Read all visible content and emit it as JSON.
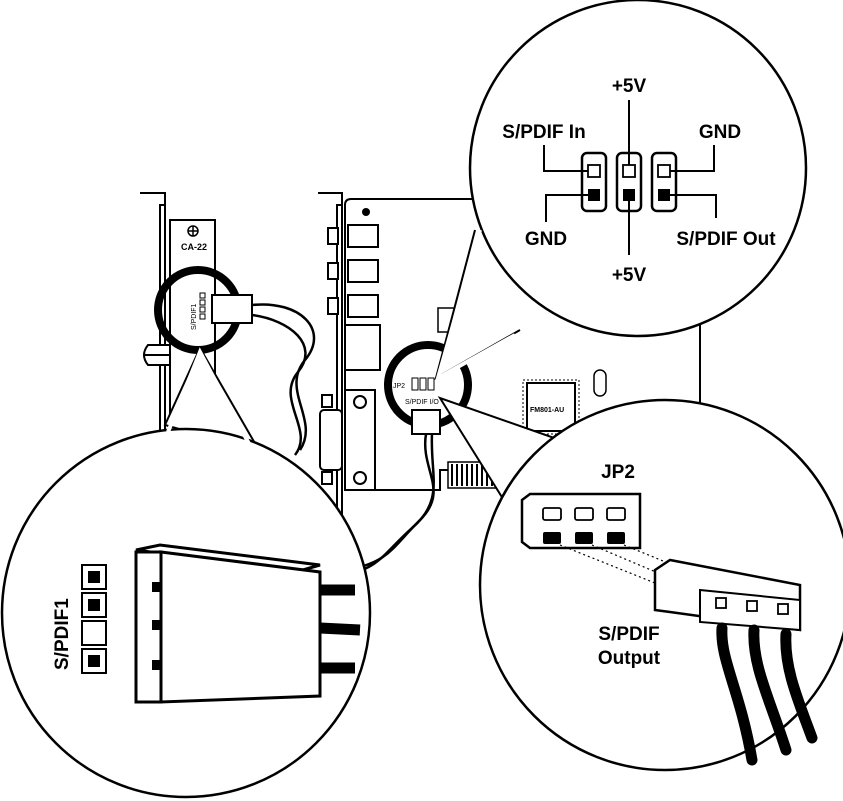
{
  "diagram": {
    "top_callout": {
      "plus5v_top": "+5V",
      "spdif_in": "S/PDIF In",
      "gnd_right": "GND",
      "gnd_left": "GND",
      "spdif_out": "S/PDIF Out",
      "plus5v_bottom": "+5V"
    },
    "right_callout": {
      "header_label": "JP2",
      "output_label_line1": "S/PDIF",
      "output_label_line2": "Output"
    },
    "left_callout": {
      "header_label": "S/PDIF1"
    },
    "bracket_card": {
      "model_label": "CA-22",
      "header_label": "S/PDIF1"
    },
    "sound_card": {
      "chip_label": "FM801-AU",
      "jumper_label": "JP2",
      "connector_label": "S/PDIF I/O"
    }
  }
}
